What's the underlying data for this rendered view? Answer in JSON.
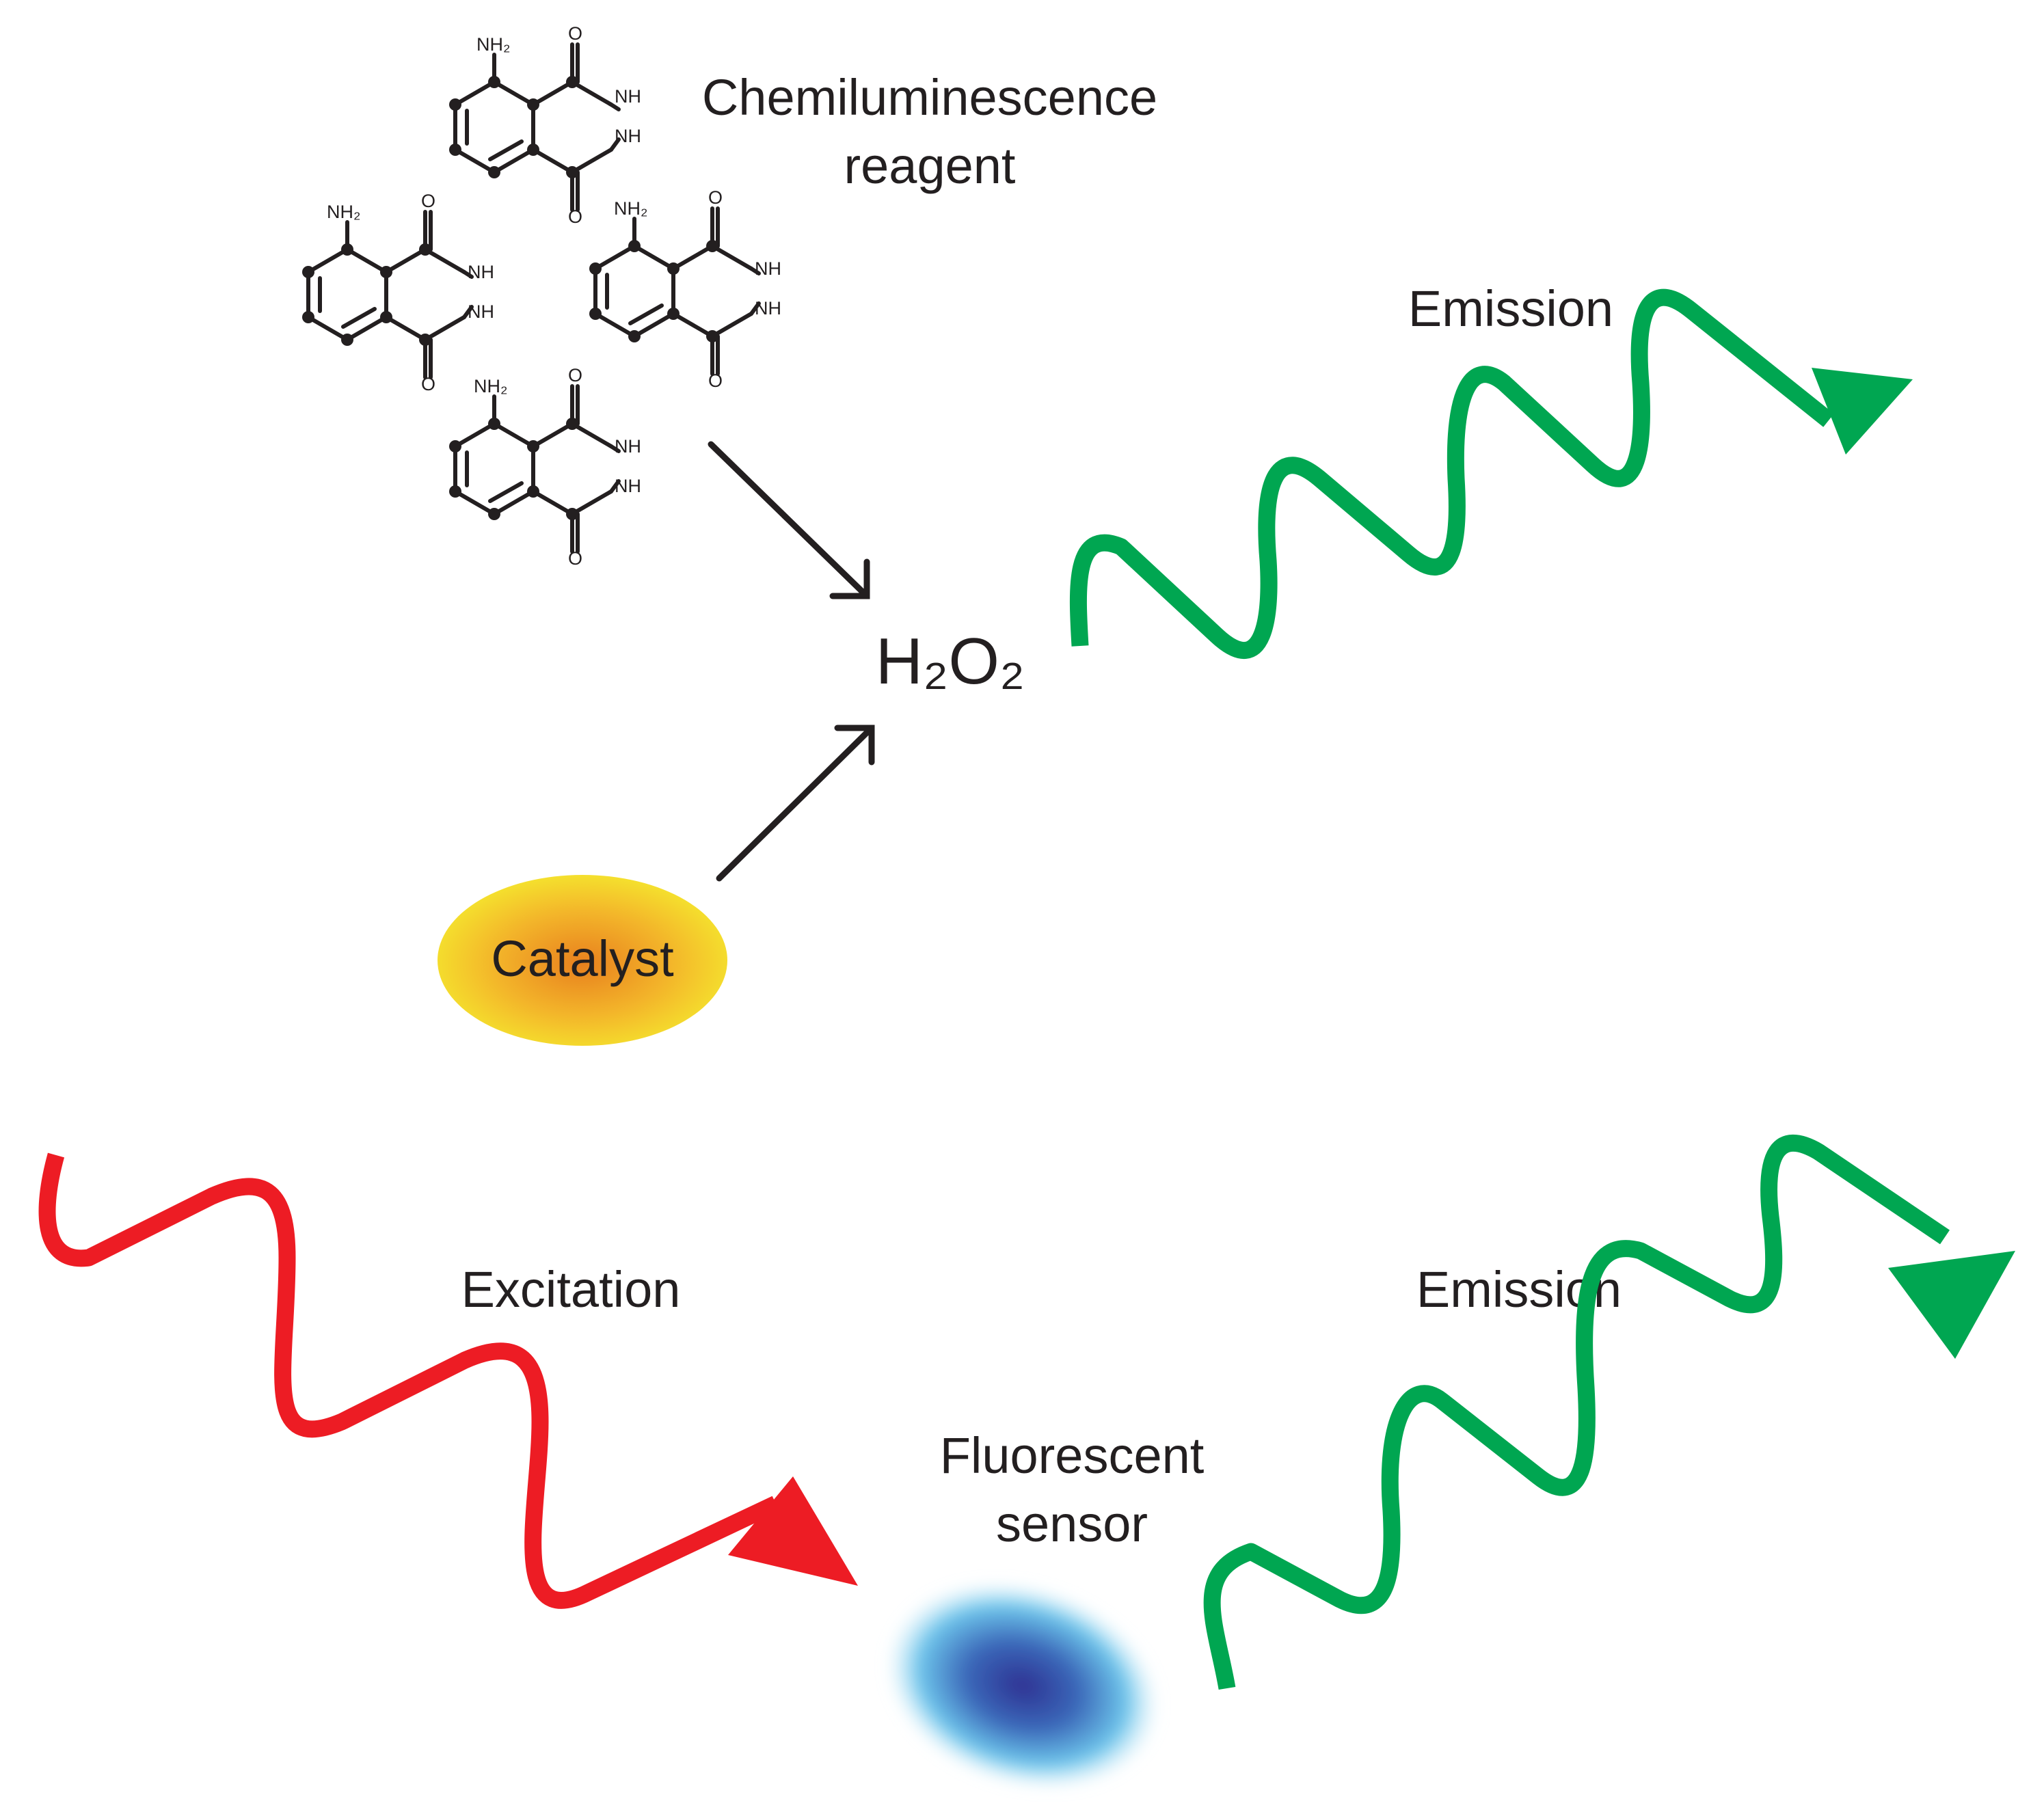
{
  "labels": {
    "chemiluminescence_line1": "Chemiluminescence",
    "chemiluminescence_line2": "reagent",
    "h2o2": "H₂O₂",
    "emission_top": "Emission",
    "catalyst": "Catalyst",
    "excitation": "Excitation",
    "emission_bottom": "Emission",
    "fluorescent_line1": "Fluorescent",
    "fluorescent_line2": "sensor"
  },
  "molecule_atoms": {
    "amine": "NH₂",
    "oxygen": "O",
    "nh": "NH"
  },
  "colors": {
    "emission_green": "#00a651",
    "excitation_red": "#ed1c24",
    "arrow_black": "#231f20",
    "catalyst_outer": "#f5e62e",
    "catalyst_inner": "#e8801e",
    "sensor_outer": "#7fd0f0",
    "sensor_inner": "#2e3192"
  }
}
